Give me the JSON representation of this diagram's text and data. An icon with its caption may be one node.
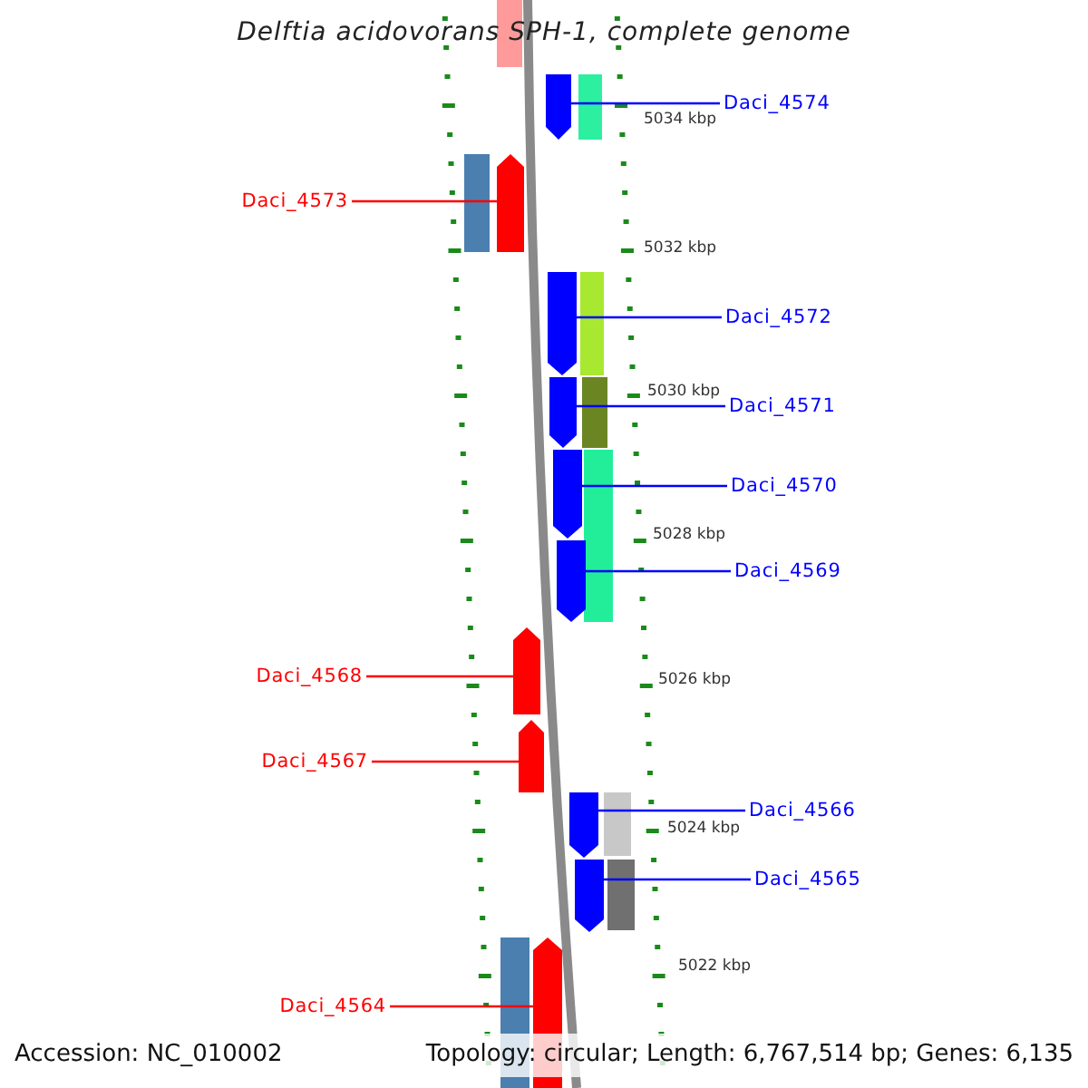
{
  "diagram": {
    "title": "Delftia acidovorans SPH-1, complete genome",
    "nodes": [
      {
        "text": [
          "Daci_4574"
        ]
      },
      {
        "text": [],
        "shape": "bar"
      },
      {
        "text": [
          "Daci_4573"
        ]
      },
      {
        "text": [],
        "shape": "bar"
      },
      {
        "text": [
          "Daci_4572"
        ]
      },
      {
        "text": [],
        "shape": "bar"
      },
      {
        "text": [
          "Daci_4571"
        ]
      },
      {
        "text": [],
        "shape": "bar"
      },
      {
        "text": [
          "Daci_4570"
        ]
      },
      {
        "text": [],
        "shape": "bar"
      },
      {
        "text": [
          "Daci_4569"
        ]
      },
      {
        "text": [],
        "shape": "bar"
      },
      {
        "text": [
          "Daci_4568"
        ]
      },
      {
        "text": [],
        "shape": "bar"
      },
      {
        "text": [
          "Daci_4567"
        ]
      },
      {
        "text": [],
        "shape": "bar"
      },
      {
        "text": [
          "Daci_4566"
        ]
      },
      {
        "text": [],
        "shape": "bar"
      },
      {
        "text": [
          "Daci_4565"
        ]
      },
      {
        "text": [],
        "shape": "bar"
      },
      {
        "text": [
          "Daci_4564"
        ]
      },
      {
        "text": [],
        "shape": "bar"
      }
    ],
    "edges": [
      {
        "from": 0,
        "to": 1,
        "arrow": "none"
      },
      {
        "from": 2,
        "to": 3,
        "arrow": "none",
        "color": "#ff0000"
      },
      {
        "from": 4,
        "to": 5,
        "arrow": "none"
      },
      {
        "from": 6,
        "to": 7,
        "arrow": "none"
      },
      {
        "from": 8,
        "to": 9,
        "arrow": "none"
      },
      {
        "from": 10,
        "to": 11,
        "arrow": "none"
      },
      {
        "from": 12,
        "to": 13,
        "arrow": "none",
        "color": "#ff0000"
      },
      {
        "from": 14,
        "to": 15,
        "arrow": "none",
        "color": "#ff0000"
      },
      {
        "from": 16,
        "to": 17,
        "arrow": "none"
      },
      {
        "from": 18,
        "to": 19,
        "arrow": "none"
      },
      {
        "from": 20,
        "to": 21,
        "arrow": "none",
        "color": "#ff0000"
      }
    ],
    "labels": [
      "5034 kbp",
      "5032 kbp",
      "5030 kbp",
      "5028 kbp",
      "5026 kbp",
      "5024 kbp",
      "5022 kbp",
      "Accession: NC_010002",
      "Topology: circular; Length: 6,767,514 bp; Genes: 6,135"
    ]
  }
}
